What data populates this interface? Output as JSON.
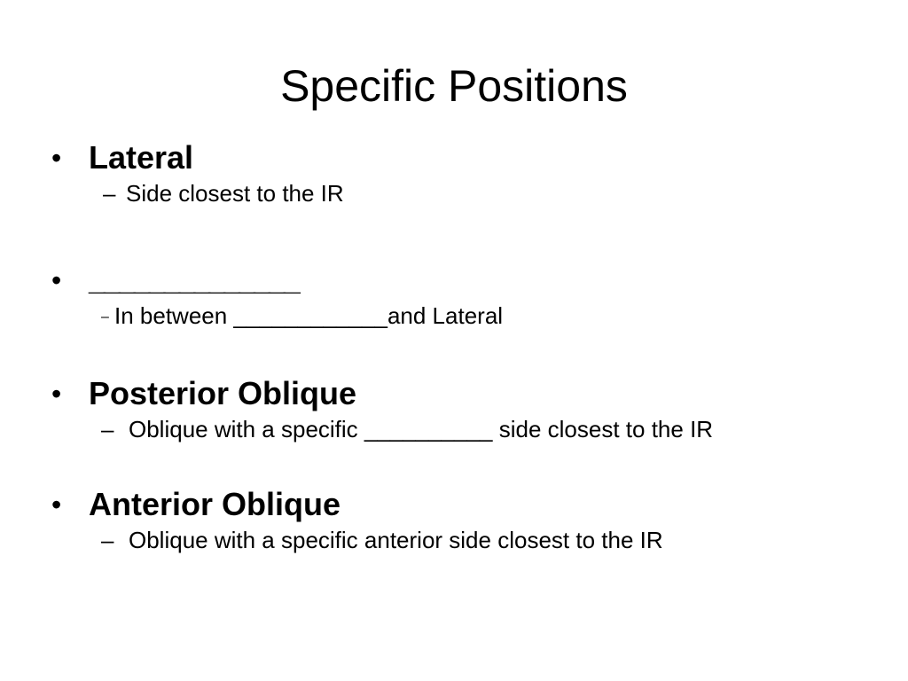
{
  "slide": {
    "title": "Specific Positions",
    "items": [
      {
        "bullet": "•",
        "heading": "Lateral",
        "dash": "–",
        "sub": "Side closest to the IR"
      },
      {
        "bullet": "•",
        "heading": "______________",
        "dash": "–",
        "sub": "In between ____________and Lateral"
      },
      {
        "bullet": "•",
        "heading": "Posterior Oblique",
        "dash": "–",
        "sub": "Oblique with a specific __________ side closest to the IR"
      },
      {
        "bullet": "•",
        "heading": "Anterior Oblique",
        "dash": "–",
        "sub": "Oblique with a specific anterior side closest to the IR"
      }
    ]
  }
}
